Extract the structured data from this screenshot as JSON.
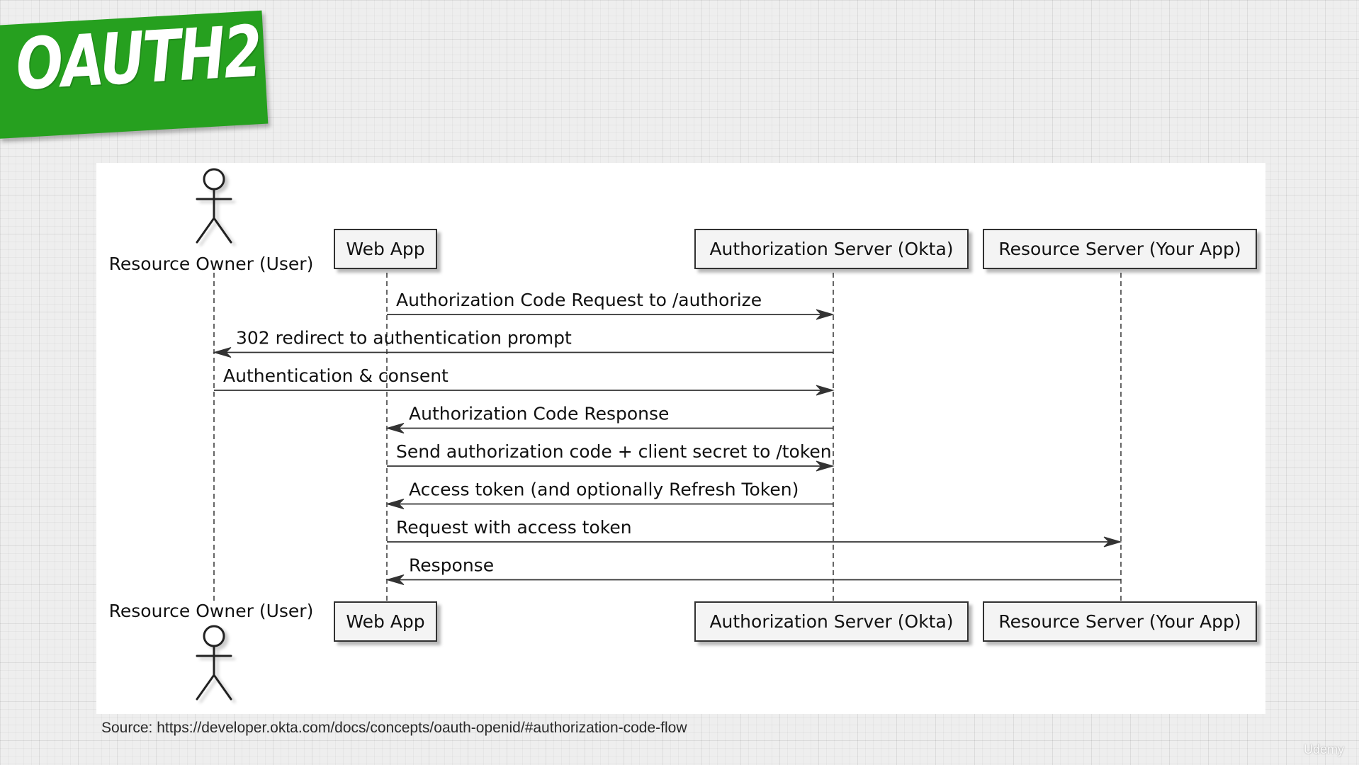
{
  "banner": {
    "title": "OAUTH2",
    "color": "#26a01f"
  },
  "diagram": {
    "participants": [
      {
        "id": "user",
        "label": "Resource Owner (User)",
        "kind": "actor"
      },
      {
        "id": "webapp",
        "label": "Web App",
        "kind": "box"
      },
      {
        "id": "authserver",
        "label": "Authorization Server (Okta)",
        "kind": "box"
      },
      {
        "id": "resserver",
        "label": "Resource Server (Your App)",
        "kind": "box"
      }
    ],
    "messages": [
      {
        "from": "webapp",
        "to": "authserver",
        "label": "Authorization Code Request to /authorize"
      },
      {
        "from": "authserver",
        "to": "user",
        "label": "302 redirect to authentication prompt"
      },
      {
        "from": "user",
        "to": "authserver",
        "label": "Authentication & consent"
      },
      {
        "from": "authserver",
        "to": "webapp",
        "label": "Authorization Code Response"
      },
      {
        "from": "webapp",
        "to": "authserver",
        "label": "Send authorization code + client secret to /token"
      },
      {
        "from": "authserver",
        "to": "webapp",
        "label": "Access token (and optionally Refresh Token)"
      },
      {
        "from": "webapp",
        "to": "resserver",
        "label": "Request with access token"
      },
      {
        "from": "resserver",
        "to": "webapp",
        "label": "Response"
      }
    ]
  },
  "source_text": "Source: https://developer.okta.com/docs/concepts/oauth-openid/#authorization-code-flow",
  "watermark": "Udemy"
}
